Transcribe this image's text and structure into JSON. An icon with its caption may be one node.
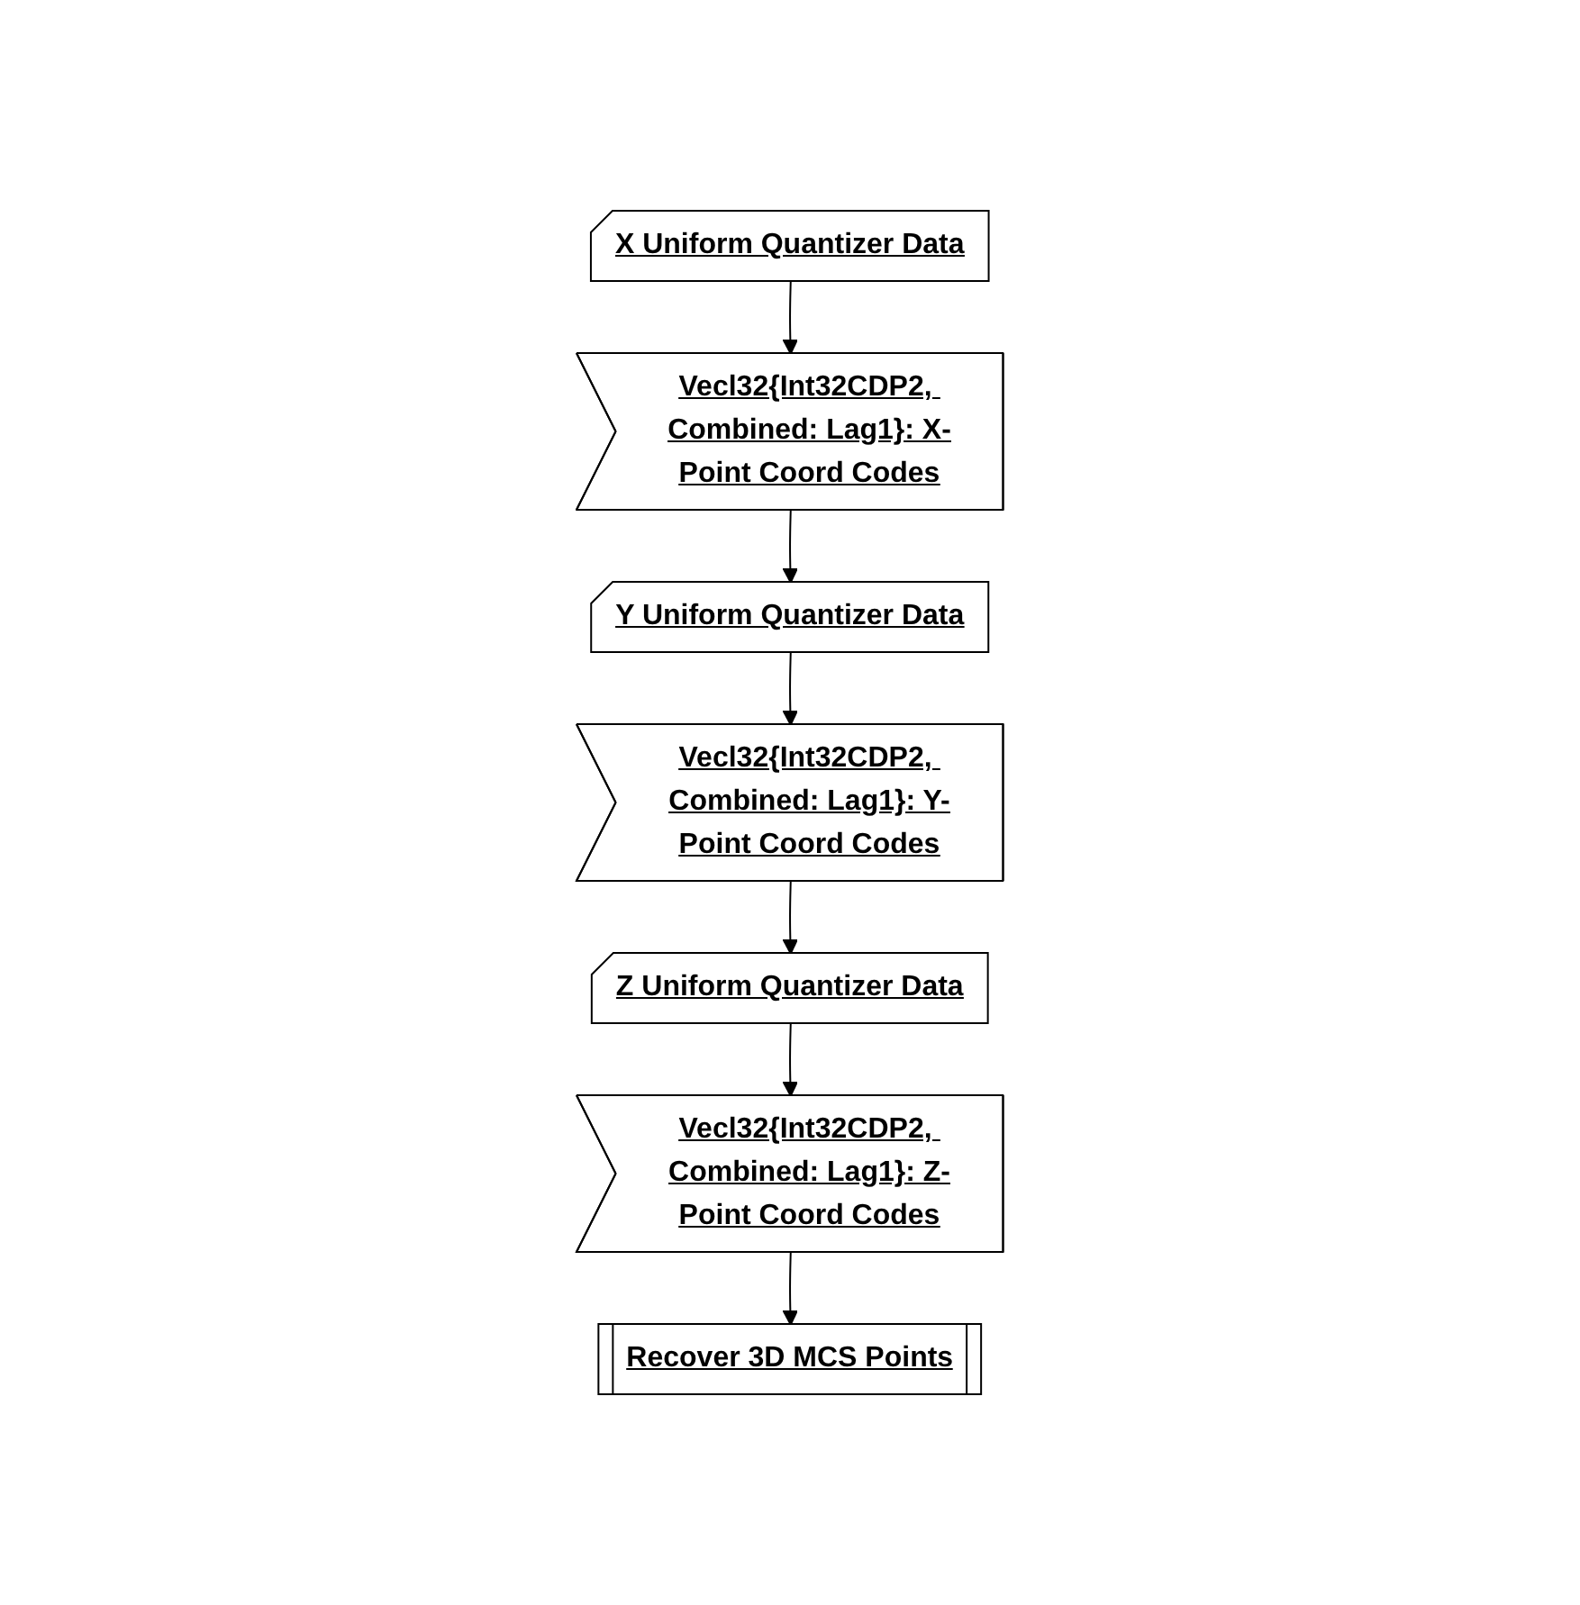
{
  "diagram": {
    "nodes": [
      {
        "text": [
          "X Uniform Quantizer Data"
        ]
      },
      {
        "text": [
          "Vecl32{Int32CDP2, Combined: Lag1}: X-Point Coord Codes"
        ]
      },
      {
        "text": [
          "Y Uniform Quantizer Data"
        ]
      },
      {
        "text": [
          "Vecl32{Int32CDP2, Combined: Lag1}: Y-Point Coord Codes"
        ]
      },
      {
        "text": [
          "Z Uniform Quantizer Data"
        ]
      },
      {
        "text": [
          "Vecl32{Int32CDP2, Combined: Lag1}: Z-Point Coord Codes"
        ]
      },
      {
        "text": [
          "Recover 3D MCS Points"
        ]
      }
    ],
    "edges": [
      {
        "from": 0,
        "to": 1,
        "arrow": "to"
      },
      {
        "from": 1,
        "to": 2,
        "arrow": "to"
      },
      {
        "from": 2,
        "to": 3,
        "arrow": "to"
      },
      {
        "from": 3,
        "to": 4,
        "arrow": "to"
      },
      {
        "from": 4,
        "to": 5,
        "arrow": "to"
      },
      {
        "from": 5,
        "to": 6,
        "arrow": "to"
      }
    ]
  }
}
